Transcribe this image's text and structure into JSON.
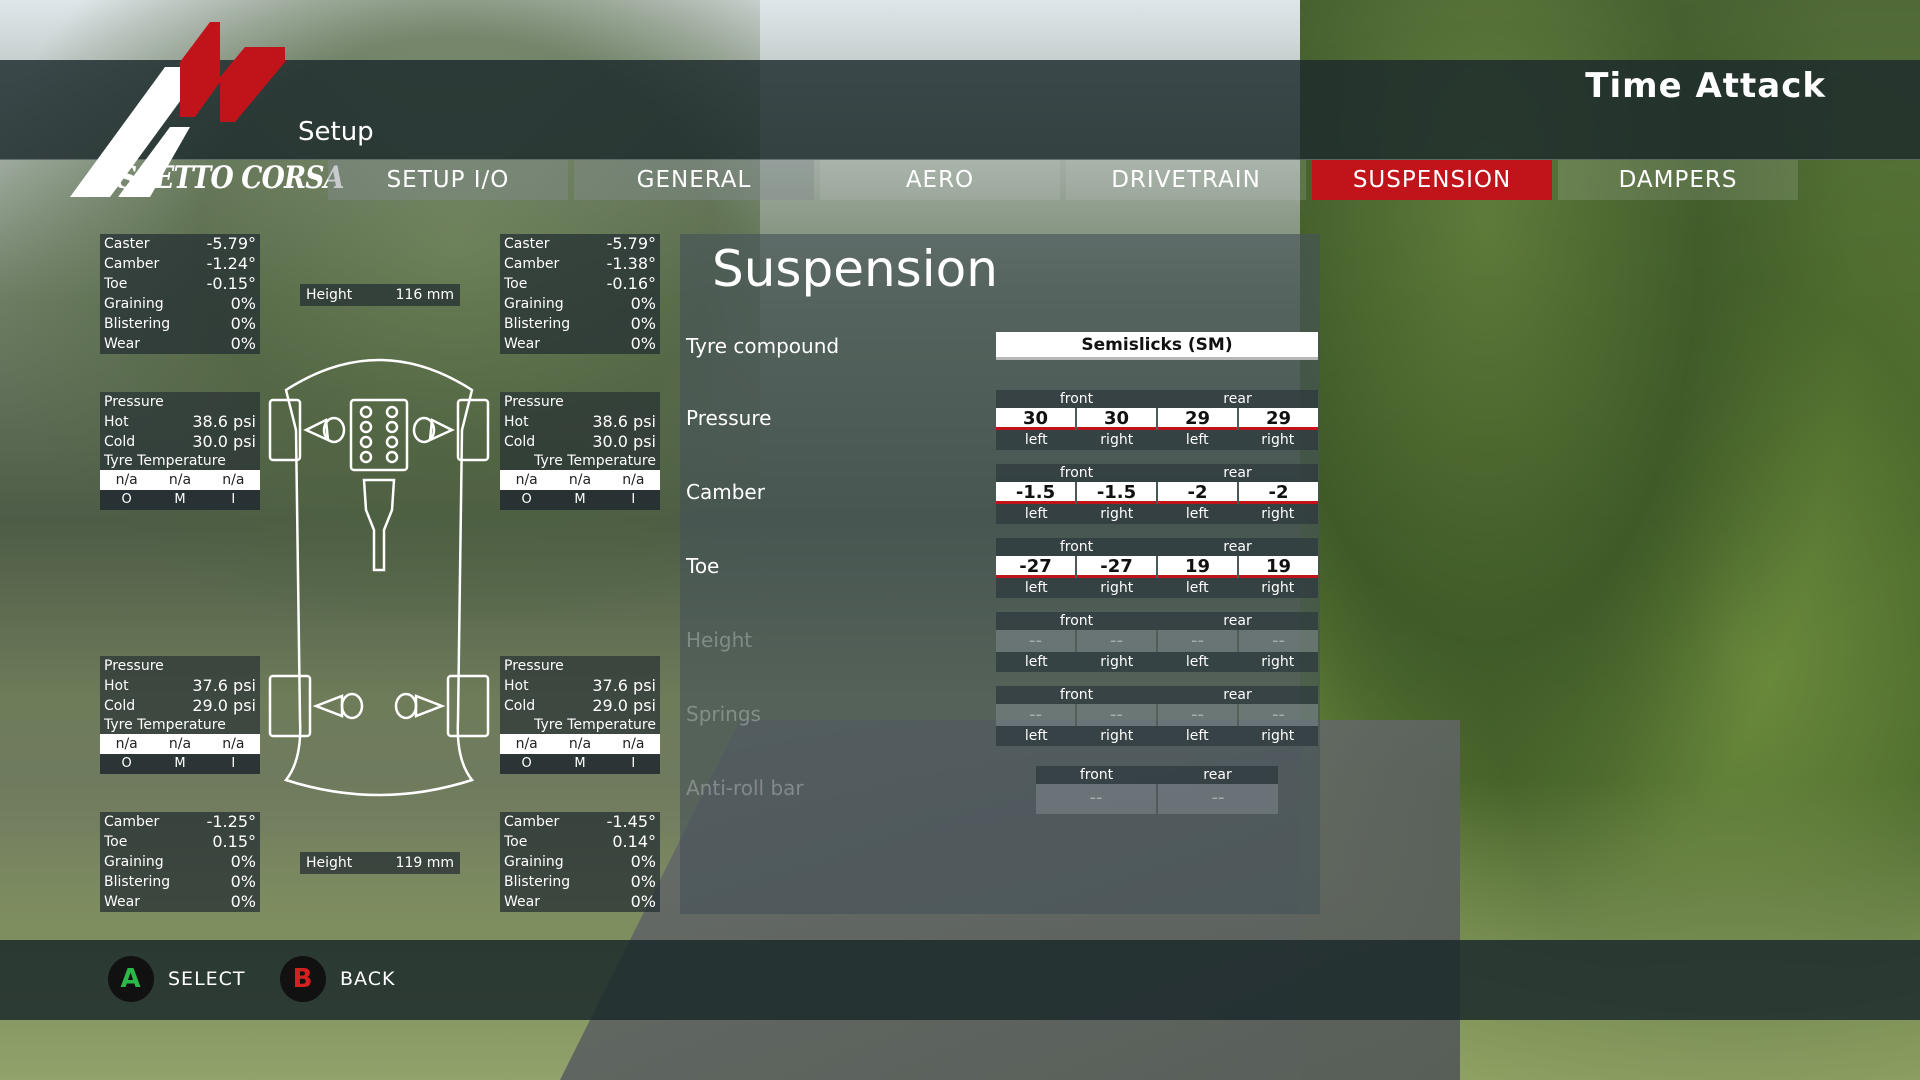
{
  "header": {
    "setup_title": "Setup",
    "mode_title": "Time Attack",
    "logo_text": "ASSETTO CORSA"
  },
  "tabs": [
    {
      "label": "SETUP I/O",
      "active": false
    },
    {
      "label": "GENERAL",
      "active": false
    },
    {
      "label": "AERO",
      "active": false
    },
    {
      "label": "DRIVETRAIN",
      "active": false
    },
    {
      "label": "SUSPENSION",
      "active": true
    },
    {
      "label": "DAMPERS",
      "active": false
    }
  ],
  "car": {
    "fl": {
      "caster": "-5.79°",
      "camber": "-1.24°",
      "toe": "-0.15°",
      "graining": "0%",
      "blistering": "0%",
      "wear": "0%",
      "hot": "38.6 psi",
      "cold": "30.0 psi",
      "temps": [
        "n/a",
        "n/a",
        "n/a"
      ]
    },
    "fr": {
      "caster": "-5.79°",
      "camber": "-1.38°",
      "toe": "-0.16°",
      "graining": "0%",
      "blistering": "0%",
      "wear": "0%",
      "hot": "38.6 psi",
      "cold": "30.0 psi",
      "temps": [
        "n/a",
        "n/a",
        "n/a"
      ]
    },
    "rl": {
      "camber": "-1.25°",
      "toe": "0.15°",
      "graining": "0%",
      "blistering": "0%",
      "wear": "0%",
      "hot": "37.6 psi",
      "cold": "29.0 psi",
      "temps": [
        "n/a",
        "n/a",
        "n/a"
      ]
    },
    "rr": {
      "camber": "-1.45°",
      "toe": "0.14°",
      "graining": "0%",
      "blistering": "0%",
      "wear": "0%",
      "hot": "37.6 psi",
      "cold": "29.0 psi",
      "temps": [
        "n/a",
        "n/a",
        "n/a"
      ]
    },
    "front_height": "116",
    "rear_height": "119",
    "height_label": "Height",
    "height_unit": "mm"
  },
  "labels": {
    "caster": "Caster",
    "camber": "Camber",
    "toe": "Toe",
    "graining": "Graining",
    "blistering": "Blistering",
    "wear": "Wear",
    "pressure": "Pressure",
    "hot": "Hot",
    "cold": "Cold",
    "tyre_temp": "Tyre Temperature",
    "o": "O",
    "m": "M",
    "i": "I",
    "front": "front",
    "rear": "rear",
    "left": "left",
    "right": "right"
  },
  "main": {
    "title": "Suspension",
    "tyre_compound_label": "Tyre compound",
    "tyre_compound": "Semislicks (SM)",
    "pressure": {
      "label": "Pressure",
      "values": [
        "30",
        "30",
        "29",
        "29"
      ]
    },
    "camber": {
      "label": "Camber",
      "values": [
        "-1.5",
        "-1.5",
        "-2",
        "-2"
      ]
    },
    "toe": {
      "label": "Toe",
      "values": [
        "-27",
        "-27",
        "19",
        "19"
      ]
    },
    "height": {
      "label": "Height",
      "values": [
        "--",
        "--",
        "--",
        "--"
      ]
    },
    "springs": {
      "label": "Springs",
      "values": [
        "--",
        "--",
        "--",
        "--"
      ]
    },
    "arb": {
      "label": "Anti-roll bar",
      "values": [
        "--",
        "--"
      ]
    }
  },
  "footer": {
    "a_key": "A",
    "a_label": "SELECT",
    "b_key": "B",
    "b_label": "BACK",
    "a_color": "#2db84a",
    "b_color": "#d42020"
  }
}
